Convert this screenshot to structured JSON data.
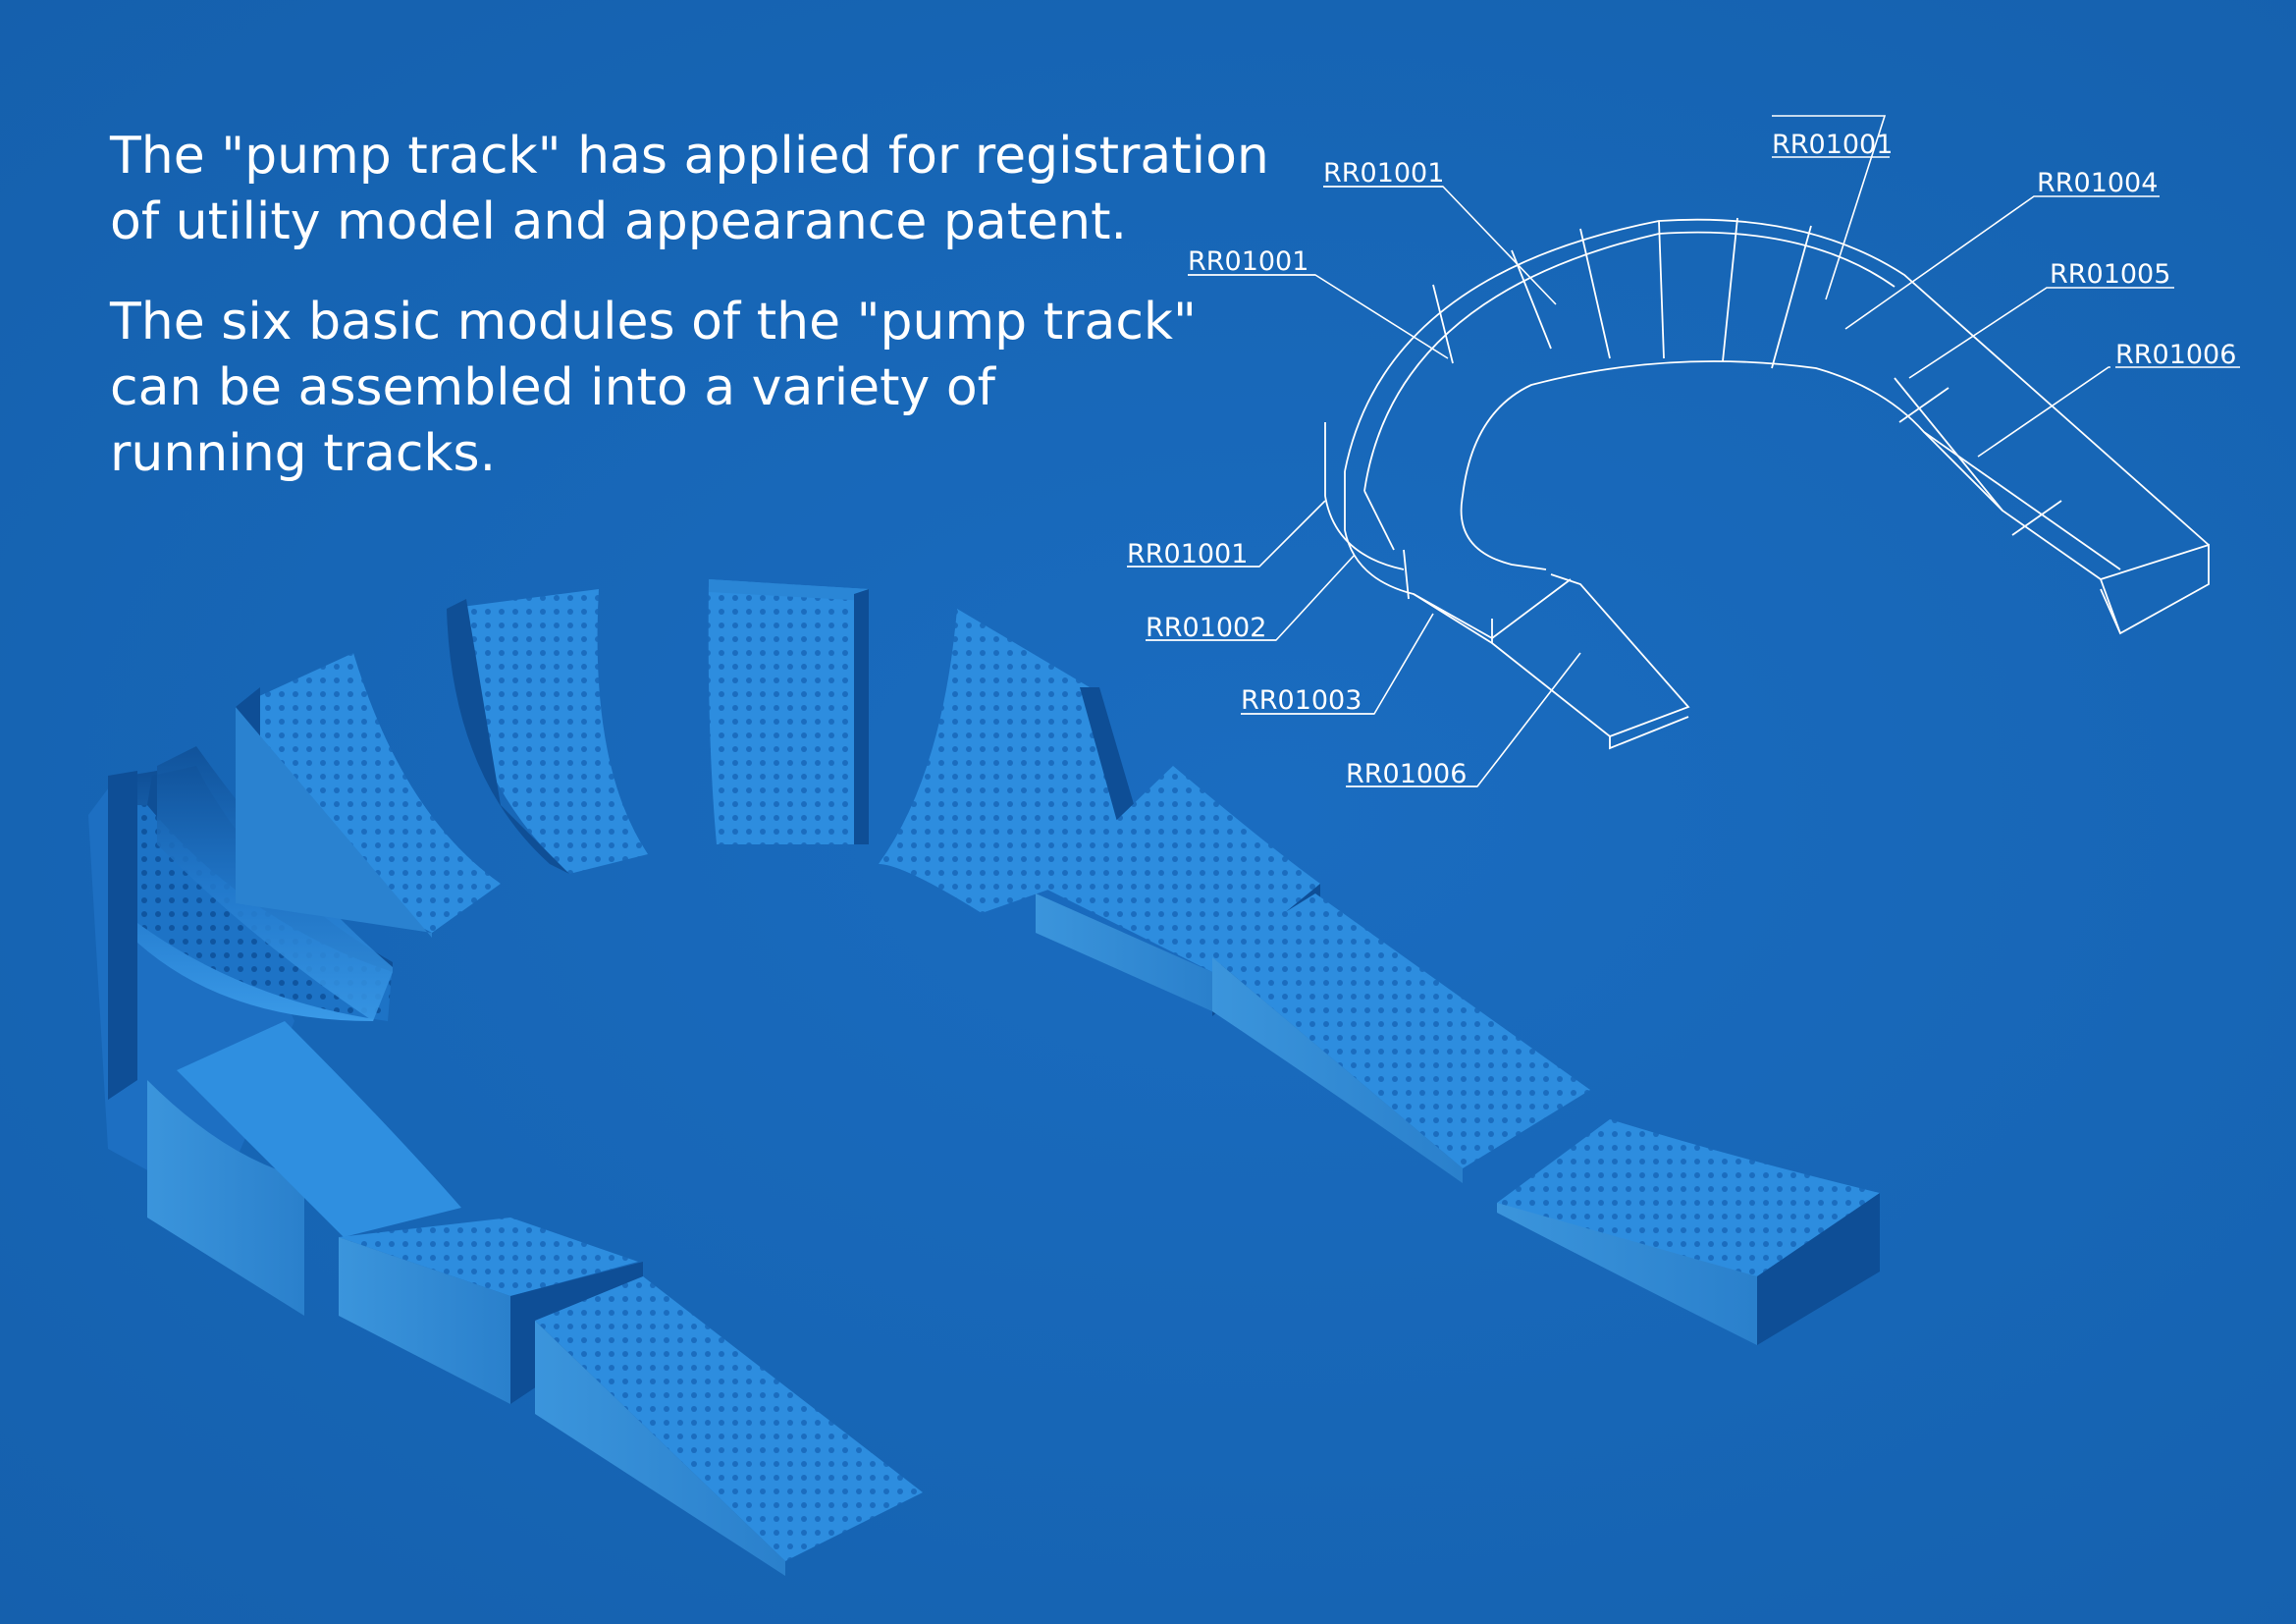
{
  "intro": {
    "paragraph_1": "The \"pump track\" has applied for registration\nof utility model and appearance patent.",
    "paragraph_2": "The six basic modules of the \"pump track\"\ncan be assembled into a variety of\nrunning tracks."
  },
  "diagram": {
    "callouts": [
      {
        "label": "RR01001"
      },
      {
        "label": "RR01001"
      },
      {
        "label": "RR01004"
      },
      {
        "label": "RR01001"
      },
      {
        "label": "RR01005"
      },
      {
        "label": "RR01006"
      },
      {
        "label": "RR01001"
      },
      {
        "label": "RR01002"
      },
      {
        "label": "RR01003"
      },
      {
        "label": "RR01006"
      }
    ]
  },
  "colors": {
    "background": "#1766b6",
    "module_light": "#2f8fe0",
    "module_mid": "#1f78cc",
    "module_dark": "#0e4e96",
    "line_art": "#ffffff"
  }
}
